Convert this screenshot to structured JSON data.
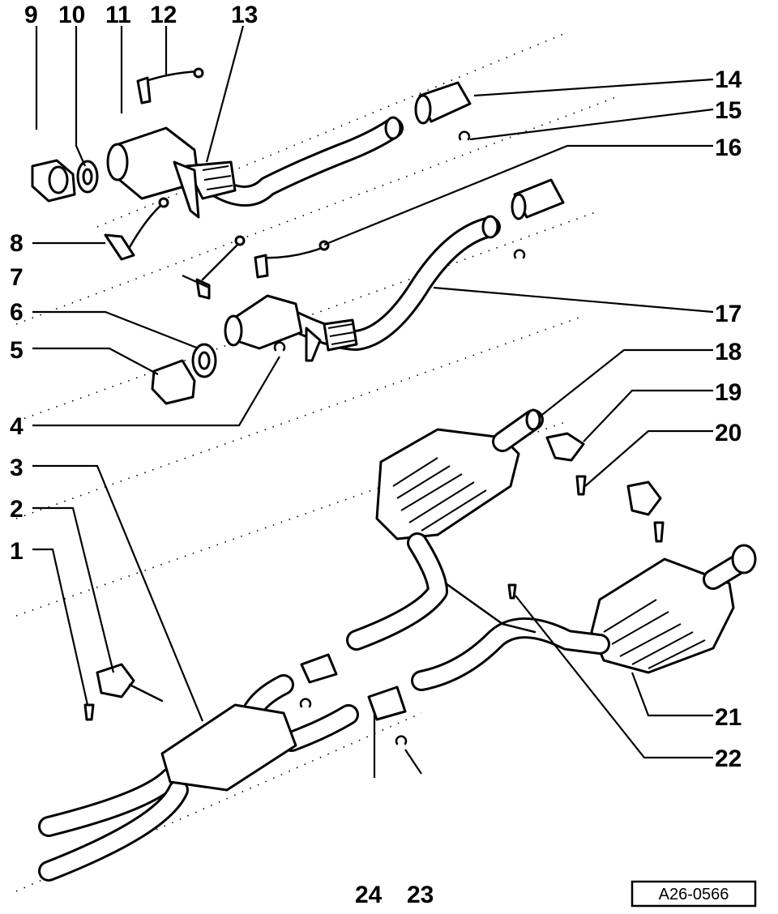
{
  "figure": {
    "reference": "A26-0566",
    "callouts": [
      {
        "num": "1"
      },
      {
        "num": "2"
      },
      {
        "num": "3"
      },
      {
        "num": "4"
      },
      {
        "num": "5"
      },
      {
        "num": "6"
      },
      {
        "num": "7"
      },
      {
        "num": "8"
      },
      {
        "num": "9"
      },
      {
        "num": "10"
      },
      {
        "num": "11"
      },
      {
        "num": "12"
      },
      {
        "num": "13"
      },
      {
        "num": "14"
      },
      {
        "num": "15"
      },
      {
        "num": "16"
      },
      {
        "num": "17"
      },
      {
        "num": "18"
      },
      {
        "num": "19"
      },
      {
        "num": "20"
      },
      {
        "num": "21"
      },
      {
        "num": "22"
      },
      {
        "num": "23"
      },
      {
        "num": "24"
      }
    ]
  }
}
